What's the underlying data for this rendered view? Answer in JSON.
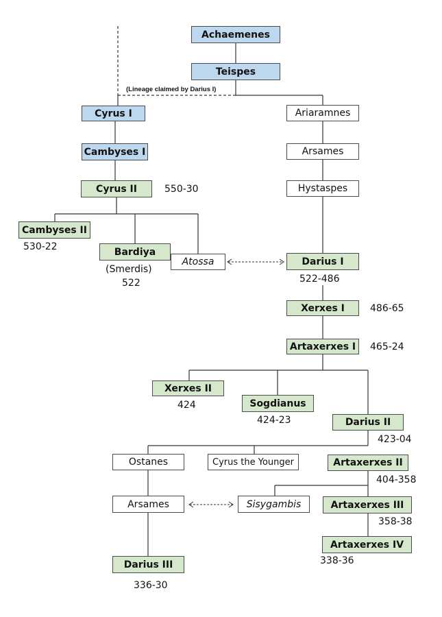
{
  "boxes": {
    "achaemenes": "Achaemenes",
    "teispes": "Teispes",
    "cyrus1": "Cyrus I",
    "ariaramnes": "Ariaramnes",
    "cambyses1": "Cambyses I",
    "arsames1": "Arsames",
    "cyrus2": "Cyrus II",
    "hystaspes": "Hystaspes",
    "cambyses2": "Cambyses II",
    "bardiya": "Bardiya",
    "atossa": "Atossa",
    "darius1": "Darius I",
    "xerxes1": "Xerxes I",
    "artaxerxes1": "Artaxerxes I",
    "xerxes2": "Xerxes II",
    "sogdianus": "Sogdianus",
    "darius2": "Darius II",
    "ostanes": "Ostanes",
    "cyrus_younger": "Cyrus the Younger",
    "artaxerxes2": "Artaxerxes II",
    "arsames2": "Arsames",
    "sisygambis": "Sisygambis",
    "artaxerxes3": "Artaxerxes III",
    "artaxerxes4": "Artaxerxes IV",
    "darius3": "Darius III"
  },
  "labels": {
    "lineage_note": "(Lineage claimed by Darius I)",
    "cyrus2_reign": "550-30",
    "cambyses2_reign": "530-22",
    "bardiya_alias": "(Smerdis)",
    "bardiya_reign": "522",
    "darius1_reign": "522-486",
    "xerxes1_reign": "486-65",
    "artaxerxes1_reign": "465-24",
    "xerxes2_reign": "424",
    "sogdianus_reign": "424-23",
    "darius2_reign": "423-04",
    "artaxerxes2_reign": "404-358",
    "artaxerxes3_reign": "358-38",
    "artaxerxes4_reign": "338-36",
    "darius3_reign": "336-30"
  },
  "colors": {
    "mythical_legendary": "#bdd7ee",
    "ruling_king": "#d5e8cc",
    "other": "#ffffff",
    "line": "#333333"
  }
}
